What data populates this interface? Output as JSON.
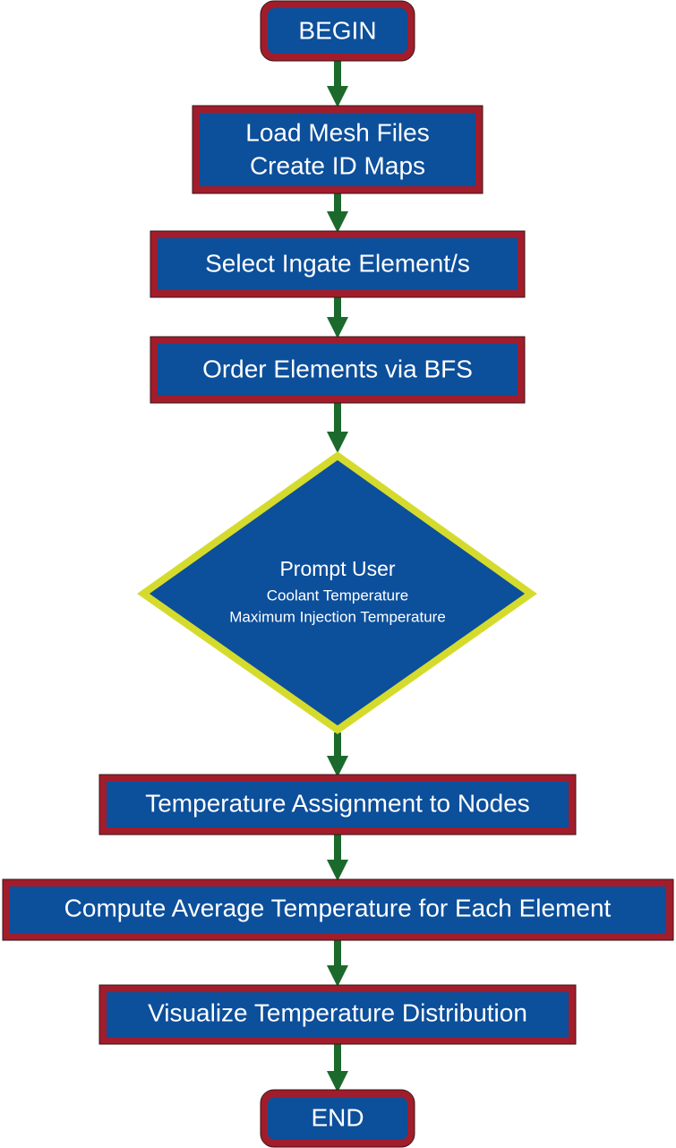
{
  "colors": {
    "box_fill": "#0c4f9b",
    "box_border": "#a11d2b",
    "box_outline": "#3a1416",
    "decision_border": "#d5db2d",
    "arrow": "#1b6a2c",
    "text": "#ffffff"
  },
  "nodes": {
    "begin": "BEGIN",
    "load_line1": "Load Mesh Files",
    "load_line2": "Create ID Maps",
    "select": "Select Ingate Element/s",
    "order": "Order Elements via BFS",
    "prompt_title": "Prompt User",
    "prompt_line1": "Coolant Temperature",
    "prompt_line2": "Maximum Injection Temperature",
    "assign": "Temperature Assignment to Nodes",
    "compute": "Compute Average Temperature for Each Element",
    "visualize": "Visualize Temperature Distribution",
    "end": "END"
  }
}
